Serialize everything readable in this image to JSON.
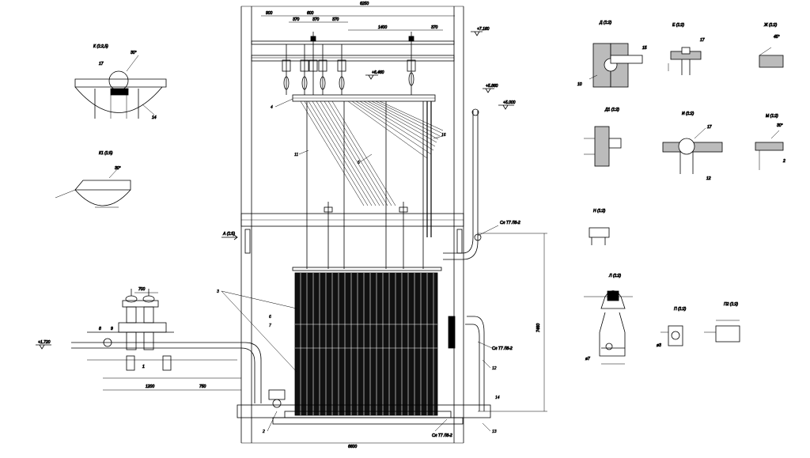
{
  "drawing": {
    "overall_width_label": "6250",
    "overall_bottom_label": "6600",
    "total_height_label": "7460",
    "elevations": [
      "+7.160",
      "+6.460",
      "+5.860",
      "+5.000",
      "+1.720"
    ],
    "top_dims": [
      "900",
      "600",
      "370",
      "370",
      "370",
      "1400",
      "370"
    ],
    "left_bottom_dims": [
      "700",
      "1200",
      "750"
    ],
    "view_arrow_label": "А (1:5)",
    "callouts": {
      "c1": "1",
      "c2": "2",
      "c3": "3",
      "c4": "4",
      "c5": "5",
      "c6": "6",
      "c7": "7",
      "c8": "8",
      "c9": "9",
      "c10": "10",
      "c11": "11",
      "c12": "12",
      "c13": "13",
      "c14": "14",
      "c15": "15",
      "c16": "16",
      "c17": "17"
    },
    "weld_notes": [
      "Сл Т7 Л8-2",
      "Сл Т7 Л8-2",
      "Сл Т7 Л8-2"
    ],
    "details": {
      "k1_title": "К (1:2,5)",
      "k1b_title": "К1 (1:5)",
      "d_title": "Д (1:2)",
      "e_title": "Е (1:2)",
      "zh_title": "Ж (1:2)",
      "d1_title": "Д1 (1:2)",
      "i_title": "И (1:2)",
      "m_title": "М (1:2)",
      "n_title": "Н (1:2)",
      "l_title": "Л (1:2)",
      "p_title": "П (1:2)",
      "p2_title": "П2 (1:2)",
      "dim_labels": [
        "30°",
        "30°",
        "45°",
        "30°",
        "2",
        "12",
        "ø3",
        "ø7"
      ]
    }
  }
}
